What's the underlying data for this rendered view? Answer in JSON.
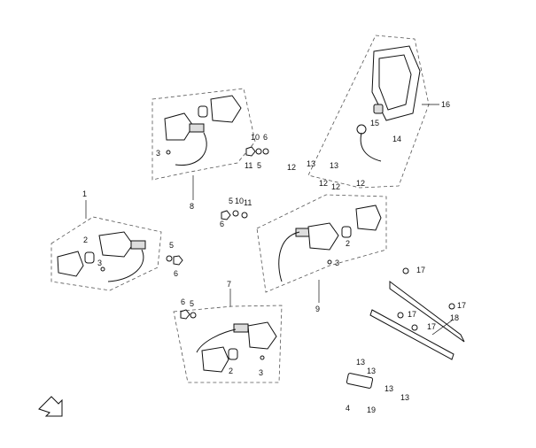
{
  "callouts": {
    "c1": "1",
    "c2a": "2",
    "c5a": "5",
    "c6a": "6",
    "c3a": "3",
    "c8": "8",
    "c3b": "3",
    "c10a": "10",
    "c6b": "6",
    "c11a": "11",
    "c5b": "5",
    "c5c": "5",
    "c10b": "10",
    "c11b": "11",
    "c6c": "6",
    "c2b": "2",
    "c3c": "3",
    "c9": "9",
    "c7": "7",
    "c6d": "6",
    "c5d": "5",
    "c2c": "2",
    "c3d": "3",
    "c16": "16",
    "c15": "15",
    "c14": "14",
    "c12a": "12",
    "c13a": "13",
    "c13b": "13",
    "c12b": "12",
    "c12c": "12",
    "c12d": "12",
    "c17a": "17",
    "c17b": "17",
    "c17c": "17",
    "c17d": "17",
    "c18": "18",
    "c13c": "13",
    "c13d": "13",
    "c13e": "13",
    "c13f": "13",
    "c4": "4",
    "c19": "19"
  }
}
